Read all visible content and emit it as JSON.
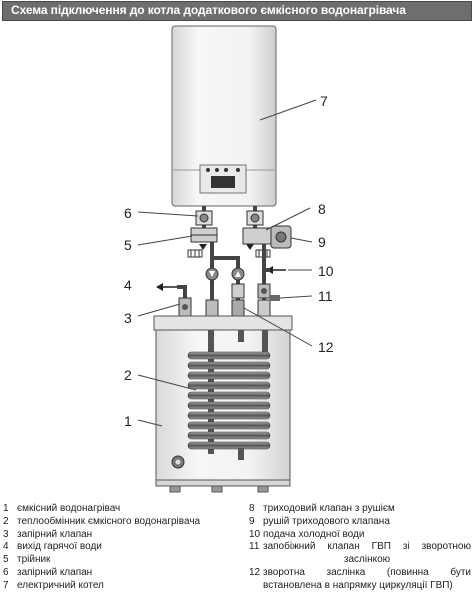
{
  "title": "Схема підключення до котла додаткового ємкісного водонагрівача",
  "callouts": [
    "1",
    "2",
    "3",
    "4",
    "5",
    "6",
    "7",
    "8",
    "9",
    "10",
    "11",
    "12"
  ],
  "legend_left": [
    {
      "num": "1",
      "text": "ємкісний водонагрівач"
    },
    {
      "num": "2",
      "text": "теплообмінник ємкісного водонагрівача"
    },
    {
      "num": "3",
      "text": "запірний клапан"
    },
    {
      "num": "4",
      "text": "вихід гарячої води"
    },
    {
      "num": "5",
      "text": "трійник"
    },
    {
      "num": "6",
      "text": "запірний клапан"
    },
    {
      "num": "7",
      "text": "електричний котел"
    }
  ],
  "legend_right": [
    {
      "num": "8",
      "line1": "триходовий клапан з рушієм",
      "line2": ""
    },
    {
      "num": "9",
      "line1": "рушій триходового клапана",
      "line2": ""
    },
    {
      "num": "10",
      "line1": "подача холодної води",
      "line2": ""
    },
    {
      "num": "11",
      "line1": "запобіжний клапан ГВП зі зворотною",
      "line2": "заслінкою"
    },
    {
      "num": "12",
      "line1": "зворотна заслінка (повинна бути",
      "line2": "встановлена в напрямку циркуляції ГВП)"
    }
  ],
  "colors": {
    "title_bg": "#6e6e6e",
    "line": "#333333",
    "body_fill": "#efefef"
  }
}
